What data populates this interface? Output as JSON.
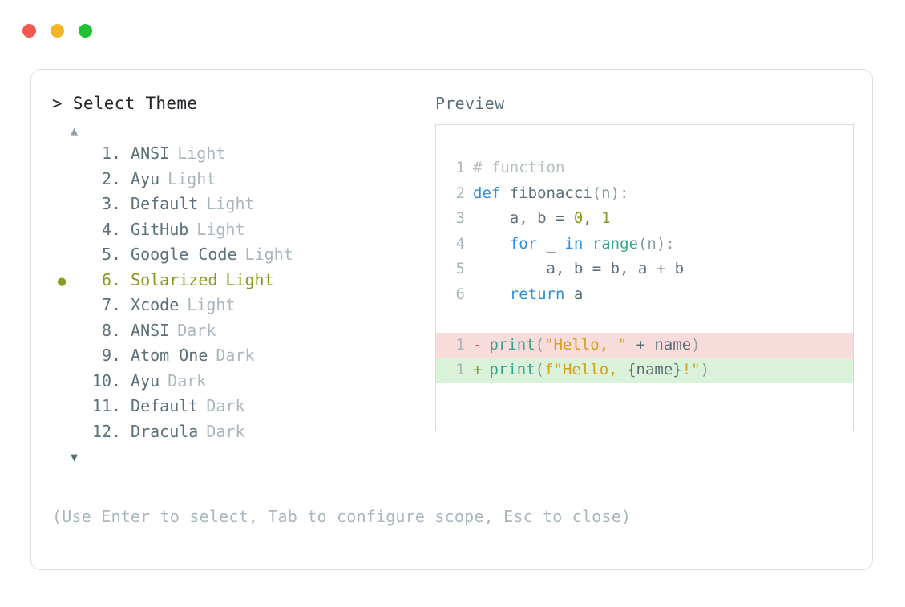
{
  "window": {
    "traffic_lights": [
      {
        "name": "close",
        "color": "#f4594f"
      },
      {
        "name": "minimize",
        "color": "#f5b326"
      },
      {
        "name": "maximize",
        "color": "#22c033"
      }
    ]
  },
  "picker": {
    "prompt": "> Select Theme",
    "scroll_up_icon": "▲",
    "scroll_down_icon": "▼",
    "selected_index": 6,
    "selected_bullet": "●",
    "items": [
      {
        "num": "1.",
        "name": "ANSI",
        "suffix": "Light",
        "selected": false
      },
      {
        "num": "2.",
        "name": "Ayu",
        "suffix": "Light",
        "selected": false
      },
      {
        "num": "3.",
        "name": "Default",
        "suffix": "Light",
        "selected": false
      },
      {
        "num": "4.",
        "name": "GitHub",
        "suffix": "Light",
        "selected": false
      },
      {
        "num": "5.",
        "name": "Google Code",
        "suffix": "Light",
        "selected": false
      },
      {
        "num": "6.",
        "name": "Solarized",
        "suffix": "Light",
        "selected": true
      },
      {
        "num": "7.",
        "name": "Xcode",
        "suffix": "Light",
        "selected": false
      },
      {
        "num": "8.",
        "name": "ANSI",
        "suffix": "Dark",
        "selected": false
      },
      {
        "num": "9.",
        "name": "Atom One",
        "suffix": "Dark",
        "selected": false
      },
      {
        "num": "10.",
        "name": "Ayu",
        "suffix": "Dark",
        "selected": false
      },
      {
        "num": "11.",
        "name": "Default",
        "suffix": "Dark",
        "selected": false
      },
      {
        "num": "12.",
        "name": "Dracula",
        "suffix": "Dark",
        "selected": false
      }
    ]
  },
  "preview": {
    "label": "Preview",
    "code_lines": [
      {
        "ln": "1",
        "tokens": [
          {
            "t": "# function",
            "c": "t-comment"
          }
        ]
      },
      {
        "ln": "2",
        "tokens": [
          {
            "t": "def",
            "c": "t-keyword"
          },
          {
            "t": " fibonacci",
            "c": "t-func"
          },
          {
            "t": "(n):",
            "c": "t-punct"
          }
        ]
      },
      {
        "ln": "3",
        "tokens": [
          {
            "t": "    a, b = ",
            "c": "t-plain"
          },
          {
            "t": "0",
            "c": "t-number"
          },
          {
            "t": ", ",
            "c": "t-plain"
          },
          {
            "t": "1",
            "c": "t-number"
          }
        ]
      },
      {
        "ln": "4",
        "tokens": [
          {
            "t": "    ",
            "c": "t-plain"
          },
          {
            "t": "for",
            "c": "t-keyword"
          },
          {
            "t": " _ ",
            "c": "t-plain"
          },
          {
            "t": "in",
            "c": "t-keyword"
          },
          {
            "t": " ",
            "c": "t-plain"
          },
          {
            "t": "range",
            "c": "t-builtin"
          },
          {
            "t": "(n):",
            "c": "t-punct"
          }
        ]
      },
      {
        "ln": "5",
        "tokens": [
          {
            "t": "        a, b = b, a + b",
            "c": "t-plain"
          }
        ]
      },
      {
        "ln": "6",
        "tokens": [
          {
            "t": "    ",
            "c": "t-plain"
          },
          {
            "t": "return",
            "c": "t-keyword"
          },
          {
            "t": " a",
            "c": "t-plain"
          }
        ]
      }
    ],
    "diff_lines": [
      {
        "ln": "1",
        "kind": "del",
        "mark": "-",
        "tokens": [
          {
            "t": "print",
            "c": "t-builtin"
          },
          {
            "t": "(",
            "c": "t-punct"
          },
          {
            "t": "\"Hello, \"",
            "c": "t-string"
          },
          {
            "t": " + name",
            "c": "t-plain"
          },
          {
            "t": ")",
            "c": "t-punct"
          }
        ]
      },
      {
        "ln": "1",
        "kind": "add",
        "mark": "+",
        "tokens": [
          {
            "t": "print",
            "c": "t-builtin"
          },
          {
            "t": "(",
            "c": "t-punct"
          },
          {
            "t": "f\"Hello, ",
            "c": "t-string"
          },
          {
            "t": "{name}",
            "c": "t-plain"
          },
          {
            "t": "!\"",
            "c": "t-string"
          },
          {
            "t": ")",
            "c": "t-punct"
          }
        ]
      }
    ]
  },
  "footer": {
    "hint": "(Use Enter to select, Tab to configure scope, Esc to close)"
  }
}
